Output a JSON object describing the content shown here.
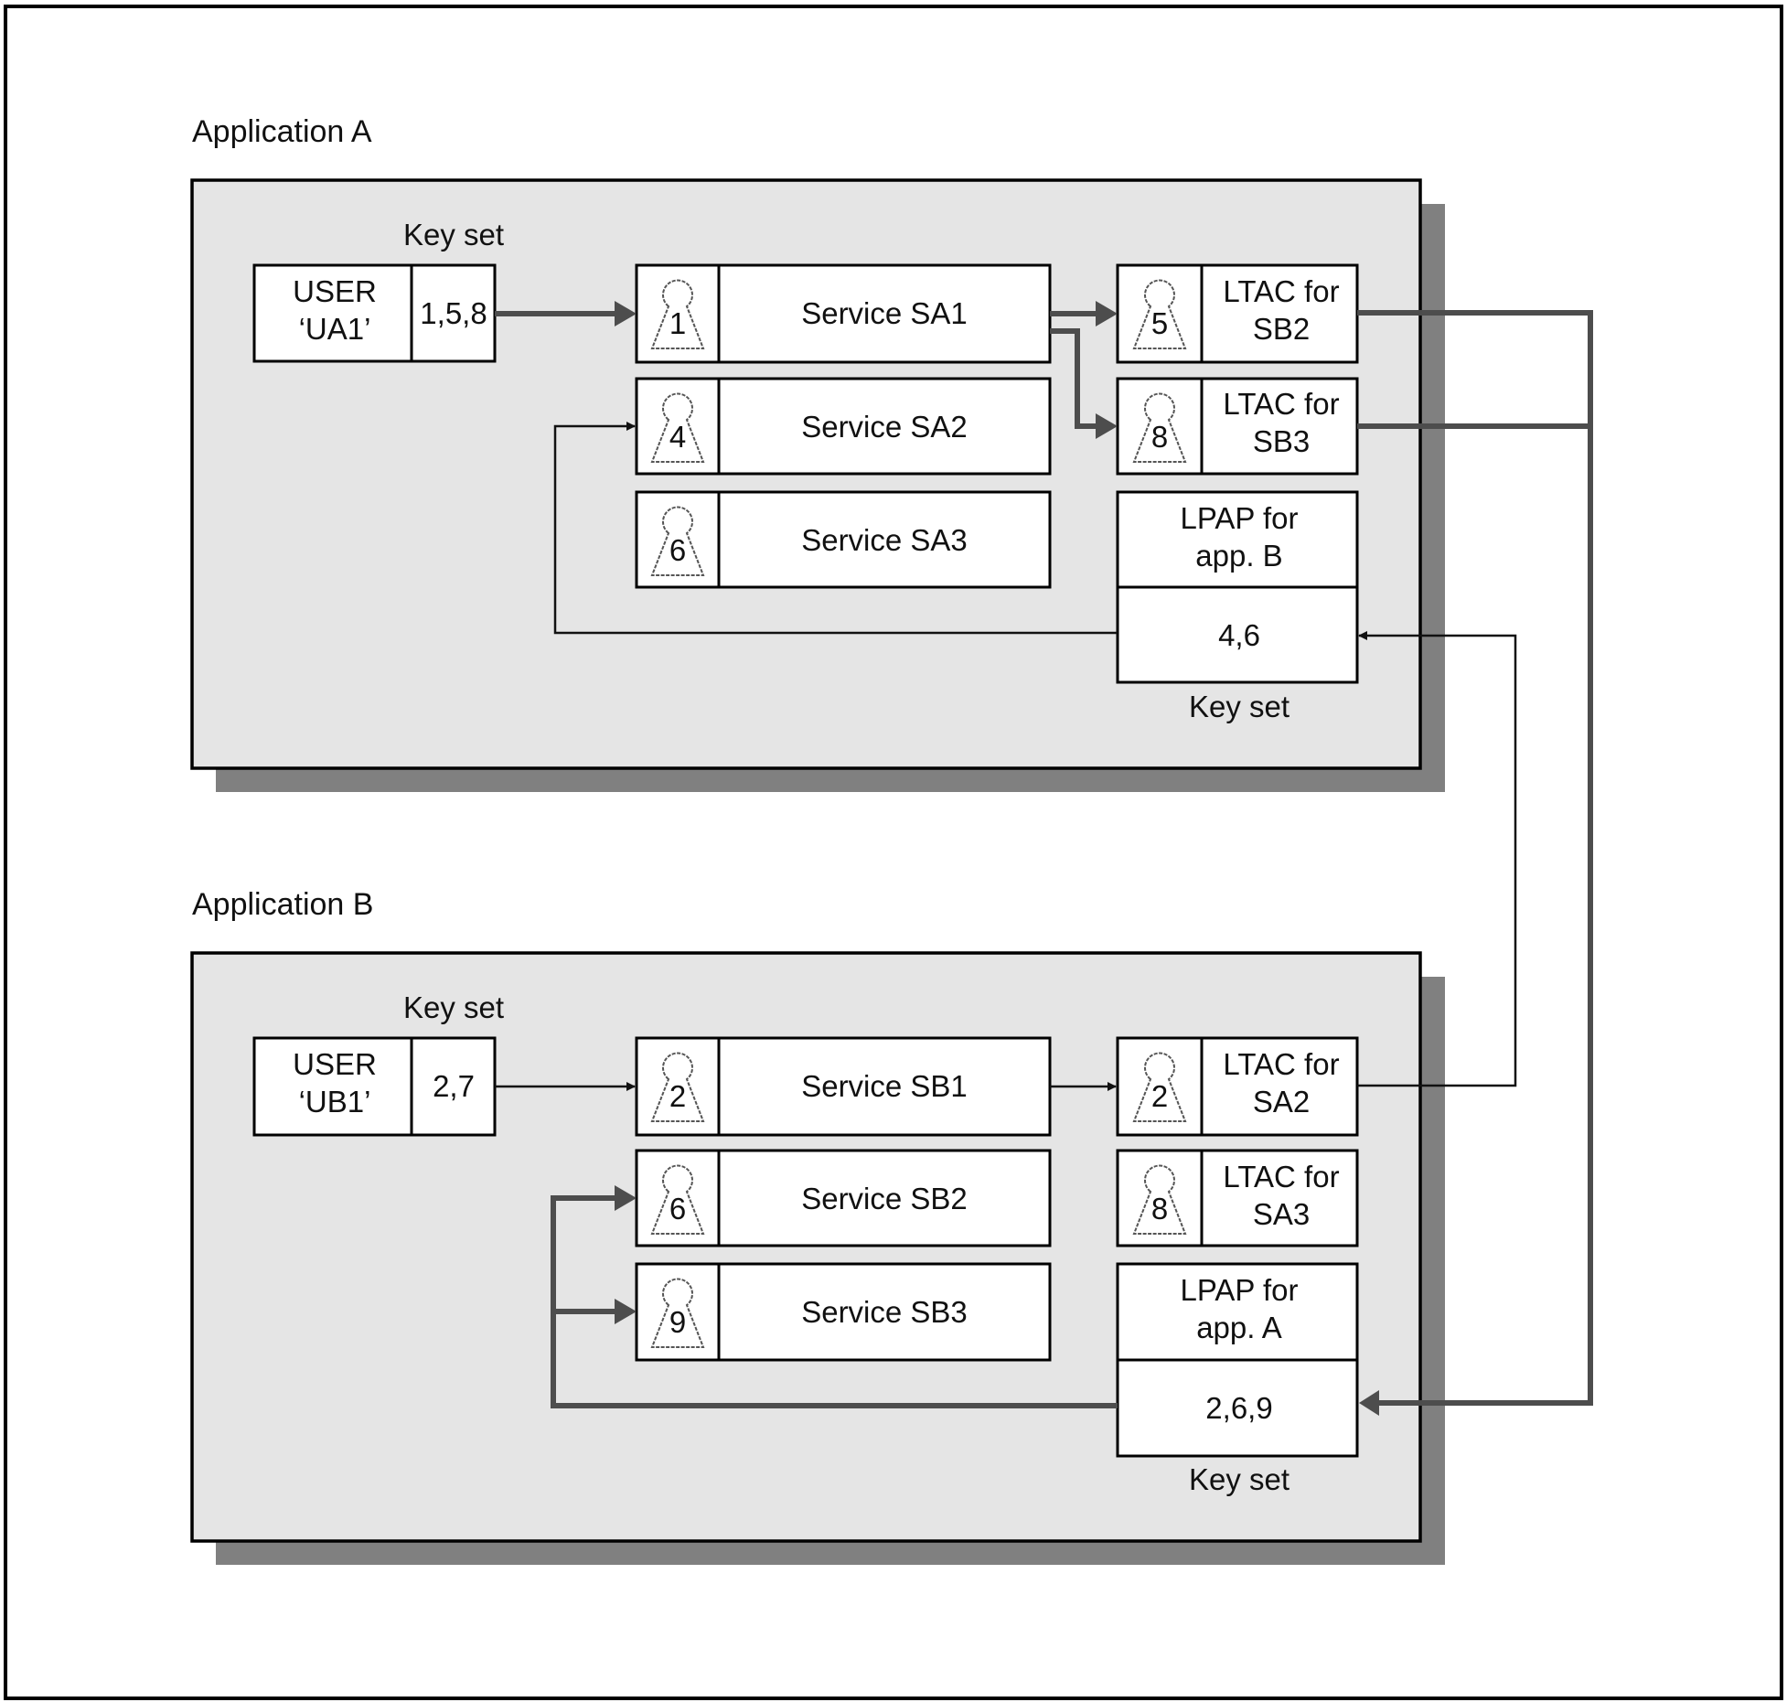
{
  "colors": {
    "panel_fill": "#e5e5e5",
    "shadow": "#808080",
    "thick_arrow": "#4d4d4d",
    "thin_arrow": "#111111"
  },
  "app_a": {
    "title": "Application A",
    "user_keyset_label": "Key set",
    "user": {
      "line1": "USER",
      "line2": "‘UA1’",
      "keys": "1,5,8"
    },
    "services": [
      {
        "lock": "1",
        "label": "Service SA1"
      },
      {
        "lock": "4",
        "label": "Service SA2"
      },
      {
        "lock": "6",
        "label": "Service SA3"
      }
    ],
    "ltacs": [
      {
        "lock": "5",
        "line1": "LTAC for",
        "line2": "SB2"
      },
      {
        "lock": "8",
        "line1": "LTAC for",
        "line2": "SB3"
      }
    ],
    "lpap": {
      "line1": "LPAP for",
      "line2": "app. B",
      "keys": "4,6",
      "keyset_label": "Key set"
    }
  },
  "app_b": {
    "title": "Application B",
    "user_keyset_label": "Key set",
    "user": {
      "line1": "USER",
      "line2": "‘UB1’",
      "keys": "2,7"
    },
    "services": [
      {
        "lock": "2",
        "label": "Service SB1"
      },
      {
        "lock": "6",
        "label": "Service SB2"
      },
      {
        "lock": "9",
        "label": "Service SB3"
      }
    ],
    "ltacs": [
      {
        "lock": "2",
        "line1": "LTAC for",
        "line2": "SA2"
      },
      {
        "lock": "8",
        "line1": "LTAC for",
        "line2": "SA3"
      }
    ],
    "lpap": {
      "line1": "LPAP for",
      "line2": "app. A",
      "keys": "2,6,9",
      "keyset_label": "Key set"
    }
  }
}
